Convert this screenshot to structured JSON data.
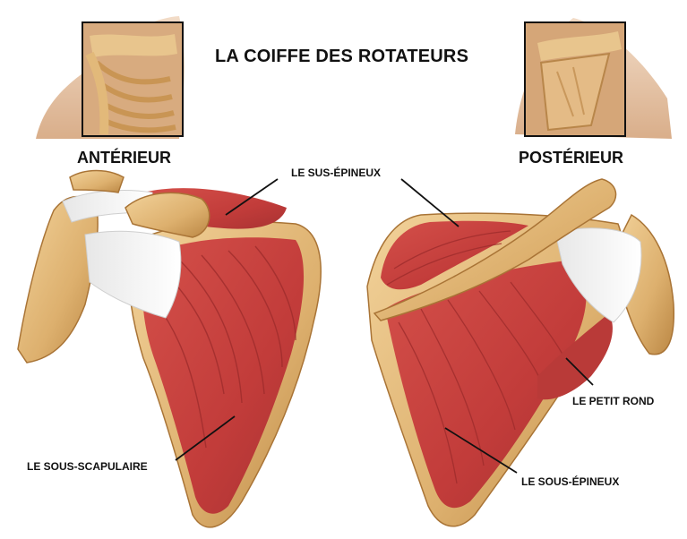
{
  "title": "LA COIFFE DES ROTATEURS",
  "views": {
    "anterior": "ANTÉRIEUR",
    "posterior": "POSTÉRIEUR"
  },
  "muscles": {
    "supraspinatus": "LE SUS-ÉPINEUX",
    "subscapularis": "LE SOUS-SCAPULAIRE",
    "teres_minor": "LE PETIT ROND",
    "infraspinatus": "LE SOUS-ÉPINEUX"
  },
  "colors": {
    "muscle": "#c8433f",
    "muscle_dark": "#9e2c2c",
    "bone": "#e3b87a",
    "bone_dark": "#b9853f",
    "tendon": "#ececec",
    "skin": "#e9c9ad"
  }
}
